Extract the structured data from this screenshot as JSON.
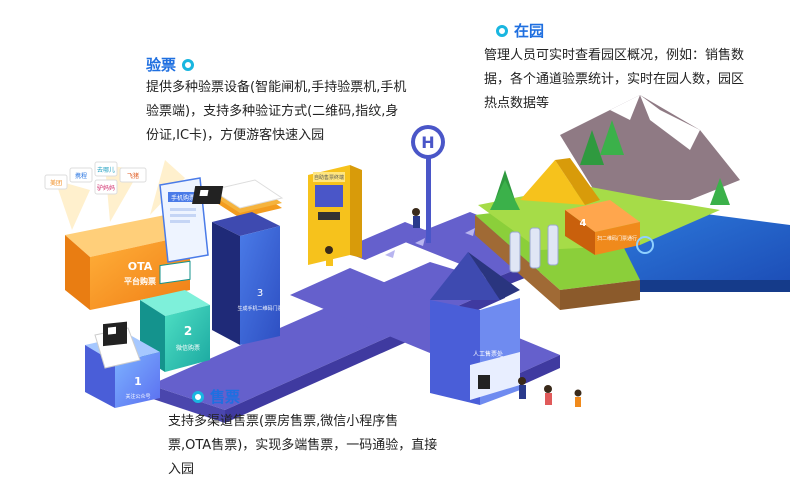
{
  "sections": {
    "verify": {
      "title": "验票",
      "text": "提供多种验票设备(智能闸机,手持验票机,手机验票端)，支持多种验证方式(二维码,指纹,身份证,IC卡)，方便游客快速入园"
    },
    "park": {
      "title": "在园",
      "text": "管理人员可实时查看园区概况，例如：销售数据，各个通道验票统计，实时在园人数，园区热点数据等"
    },
    "sell": {
      "title": "售票",
      "text": "支持多渠道售票(票房售票,微信小程序售票,OTA售票)，实现多端售票，一码通验，直接入园"
    }
  },
  "illustration": {
    "ota_label": "OTA",
    "ota_sub": "平台购票",
    "ota_logos": [
      "美团",
      "携程",
      "去哪儿",
      "飞猪",
      "驴妈妈"
    ],
    "phone_buy_label": "手机购票",
    "wechat_num": "2",
    "wechat_label": "微信购票",
    "box1_num": "1",
    "box1_label": "关注公众号",
    "box3_num": "3",
    "box3_label": "生成手机二维码门票",
    "box4_label": "4",
    "box4_text": "扫二维码门票通行",
    "ticket_office_label": "人工售票处",
    "kiosk_label": "自助售票终端",
    "bus_sign": "H"
  },
  "colors": {
    "accent": "#1f6fe0",
    "dot": "#19b6e0",
    "path": "#5f5cc6",
    "orange": "#f08a1c",
    "teal": "#2bbfb0",
    "navy": "#2a3a8c"
  }
}
